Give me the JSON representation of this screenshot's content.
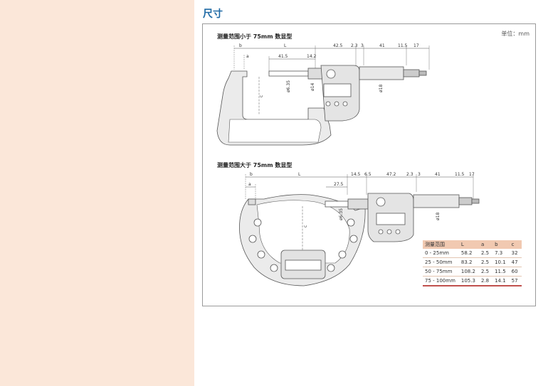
{
  "section_title": "尺寸",
  "unit_label": "单位：mm",
  "diagram1": {
    "title": "测量范围小于 75mm 数显型",
    "dims_top": [
      "b",
      "a",
      "L",
      "41.5",
      "14.2",
      "42.5",
      "2.3",
      "3",
      "41",
      "11.5",
      "17"
    ],
    "dims_vertical": [
      "ø6.35",
      "ø14",
      "ø18",
      "c"
    ]
  },
  "diagram2": {
    "title": "测量范围大于 75mm 数显型",
    "dims_top": [
      "b",
      "a",
      "L",
      "14.5",
      "6.5",
      "47.2",
      "2.3",
      "3",
      "41",
      "11.5",
      "17",
      "27.5"
    ],
    "dims_vertical": [
      "ø6.35",
      "ø18",
      "c"
    ]
  },
  "table": {
    "headers": [
      "测量范围",
      "L",
      "a",
      "b",
      "c"
    ],
    "rows": [
      [
        "0 - 25mm",
        "58.2",
        "2.5",
        "7.3",
        "32"
      ],
      [
        "25 - 50mm",
        "83.2",
        "2.5",
        "10.1",
        "47"
      ],
      [
        "50 - 75mm",
        "108.2",
        "2.5",
        "11.5",
        "60"
      ],
      [
        "75 - 100mm",
        "105.3",
        "2.8",
        "14.1",
        "57"
      ]
    ]
  },
  "colors": {
    "sidebar": "#fbe7d9",
    "title": "#1f6aa5",
    "table_header": "#f1c9b1",
    "table_rule": "#c0504d",
    "line": "#555555",
    "body_fill": "#ebebeb"
  }
}
